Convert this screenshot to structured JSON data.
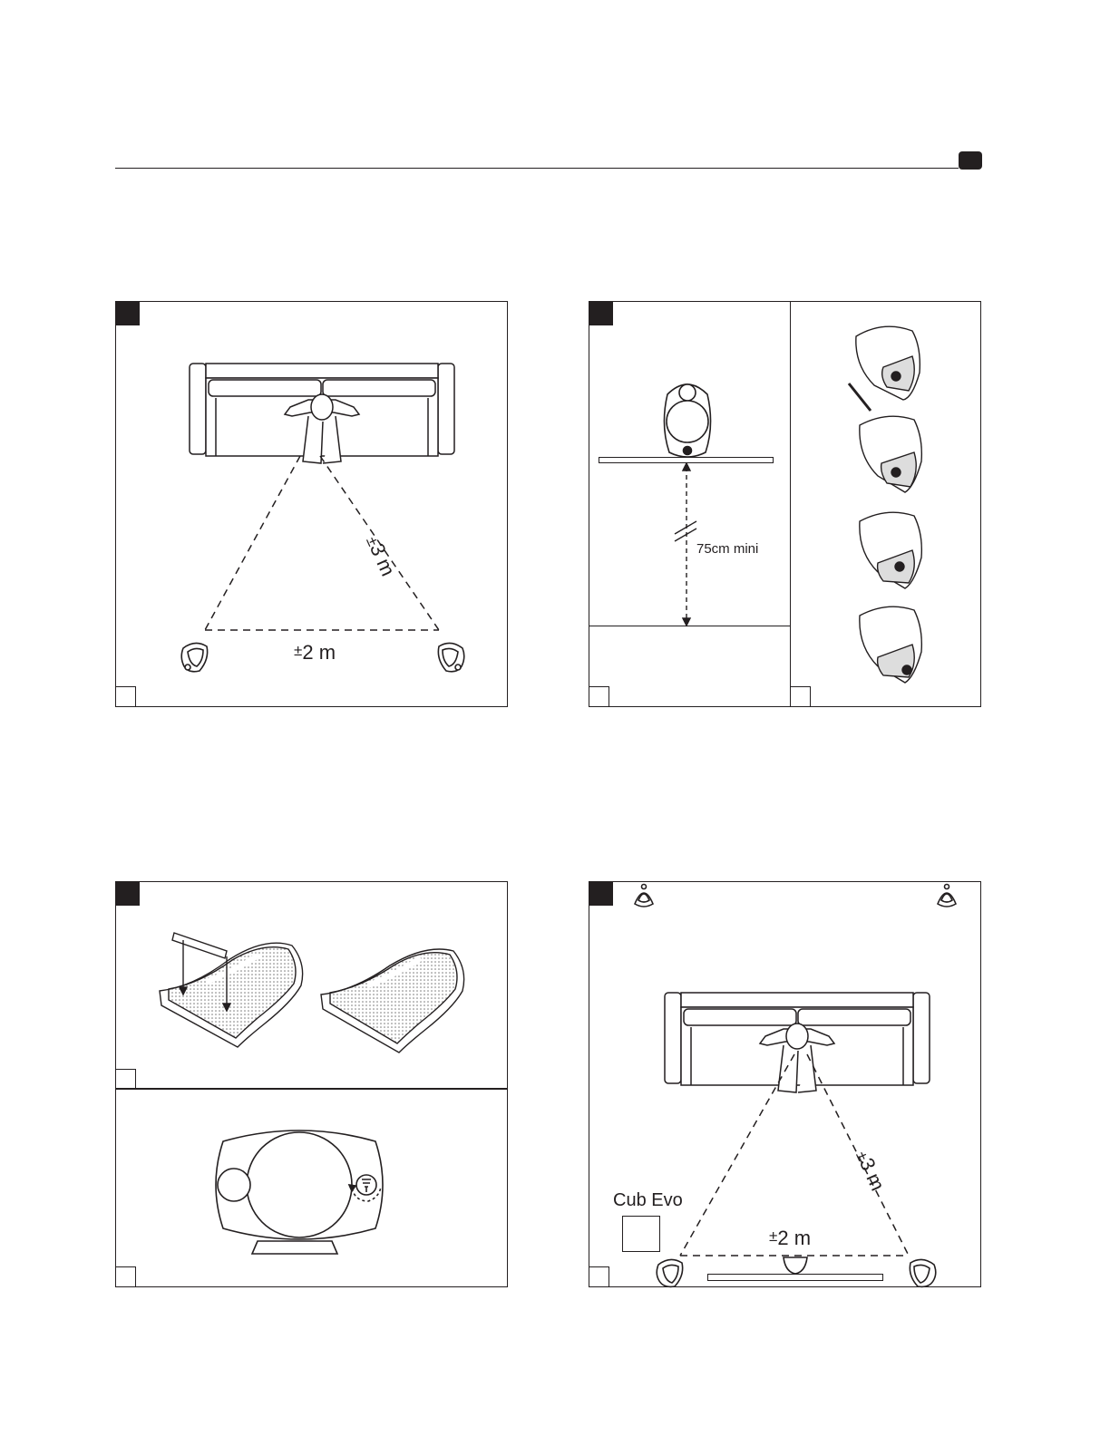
{
  "panel1": {
    "distance_label": "3 m",
    "width_label": "2 m"
  },
  "panel2": {
    "height_label": "75cm mini"
  },
  "panel4": {
    "subwoofer_label": "Cub Evo",
    "distance_label": "3 m",
    "width_label": "2 m"
  }
}
